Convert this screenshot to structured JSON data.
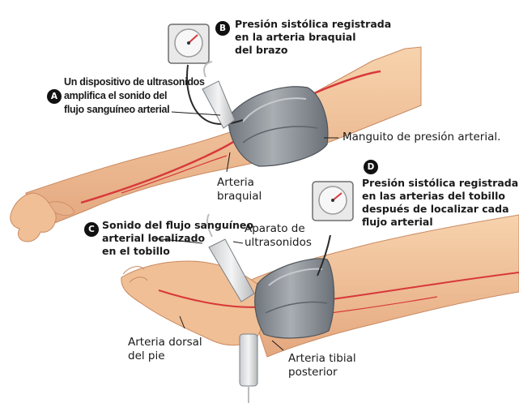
{
  "labels": {
    "a": {
      "badge": "A",
      "lines": [
        "Un dispositivo de ultrasonidos",
        "amplifica el sonido del",
        "flujo sanguíneo arterial"
      ]
    },
    "b": {
      "badge": "B",
      "lines": [
        "Presión sistólica registrada",
        "en la arteria braquial",
        "del brazo"
      ]
    },
    "c": {
      "badge": "C",
      "lines": [
        "Sonido del flujo sanguíneo",
        "arterial localizado",
        "en el tobillo"
      ]
    },
    "d": {
      "badge": "D",
      "lines": [
        "Presión sistólica registrada",
        "en las arterias del tobillo",
        "después de localizar cada",
        "flujo arterial"
      ]
    },
    "cuff": "Manguito de presión arterial.",
    "brachial": [
      "Arteria",
      "braquial"
    ],
    "ultrasound": [
      "Aparato de",
      "ultrasonidos"
    ],
    "dorsal": [
      "Arteria dorsal",
      "del pie"
    ],
    "tibial": [
      "Arteria tibial",
      "posterior"
    ]
  },
  "colors": {
    "skin": "#f2c49a",
    "skin_shadow": "#dea07a",
    "artery": "#d8383a",
    "cuff": "#8f959c",
    "cuff_dark": "#5f656c",
    "gauge_face": "#f4f4f4",
    "needle": "#d8383a"
  },
  "icons": [
    "sphygmomanometer-gauge-icon",
    "ultrasound-probe-icon"
  ]
}
